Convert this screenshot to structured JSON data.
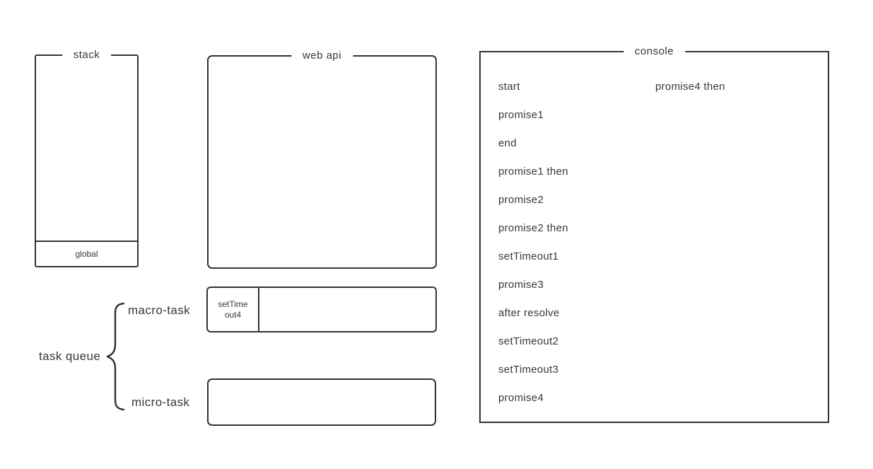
{
  "stack": {
    "title": "stack",
    "frames": [
      "global"
    ]
  },
  "web_api": {
    "title": "web api",
    "items": []
  },
  "console": {
    "title": "console",
    "entries_col1": [
      "start",
      "promise1",
      "end",
      "promise1 then",
      "promise2",
      "promise2 then",
      "setTimeout1",
      "promise3",
      "after resolve",
      "setTimeout2",
      "setTimeout3",
      "promise4"
    ],
    "entries_col2": [
      "promise4 then"
    ]
  },
  "task_queue": {
    "label": "task queue",
    "macro": {
      "label": "macro-task",
      "items": [
        "setTime\nout4"
      ]
    },
    "micro": {
      "label": "micro-task",
      "items": []
    }
  },
  "colors": {
    "line": "#333333",
    "text": "#383838",
    "background": "#ffffff"
  }
}
